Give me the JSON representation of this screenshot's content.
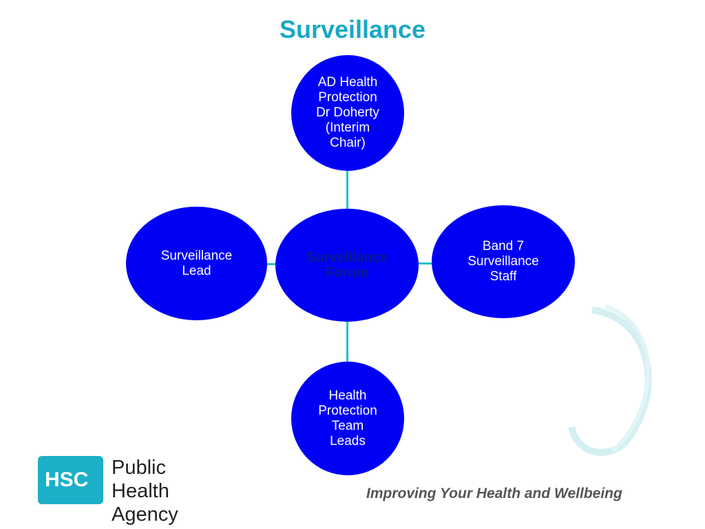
{
  "title": "Surveillance",
  "colors": {
    "node": "#0000f5",
    "connector": "#22c3c9",
    "title": "#1aa8c4"
  },
  "nodes": {
    "center": "Surveillance\nForum",
    "top": "AD Health\nProtection\nDr Doherty\n(Interim\nChair)",
    "left": "Surveillance\nLead",
    "right": "Band 7\nSurveillance\nStaff",
    "bottom": "Health\nProtection\nTeam\nLeads"
  },
  "logo": {
    "mark": "HSC",
    "name": "Public Health\nAgency"
  },
  "tagline": "Improving Your Health and Wellbeing"
}
